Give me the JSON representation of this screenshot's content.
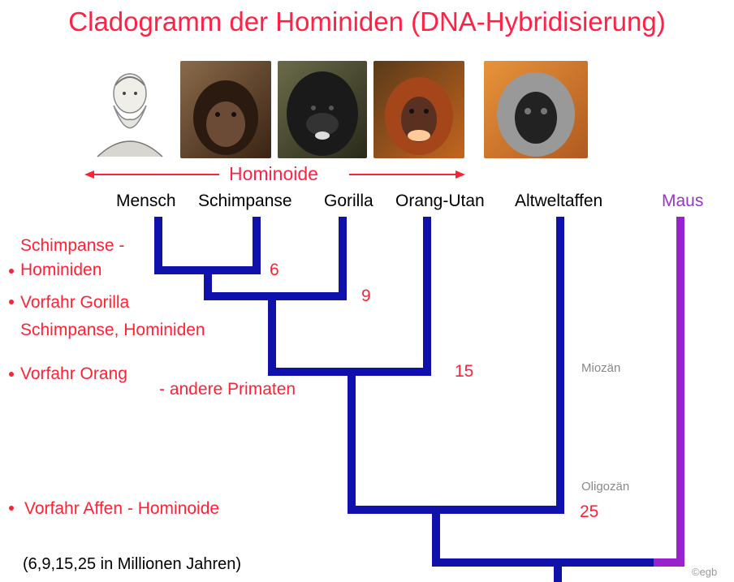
{
  "title": "Cladogramm der Hominiden (DNA-Hybridisierung)",
  "hominoide_label": "Hominoide",
  "species": [
    "Mensch",
    "Schimpanse",
    "Gorilla",
    "Orang-Utan",
    "Altweltaffen",
    "Maus"
  ],
  "nodes": {
    "schimpanse_hominiden": [
      "Schimpanse -",
      "Hominiden"
    ],
    "vorfahr_gorilla": [
      "Vorfahr Gorilla",
      "Schimpanse, Hominiden"
    ],
    "vorfahr_orang": [
      "Vorfahr Orang",
      "- andere Primaten"
    ],
    "vorfahr_affen": "Vorfahr Affen - Hominoide"
  },
  "divergence_times": [
    "6",
    "9",
    "15",
    "25"
  ],
  "epochs": [
    "Miozän",
    "Oligozän"
  ],
  "footer": "(6,9,15,25 in Millionen Jahren)",
  "credit": "©egb",
  "colors": {
    "tree": "#1010aa",
    "maus_branch": "#9922cc",
    "labels": "#ff2233"
  }
}
